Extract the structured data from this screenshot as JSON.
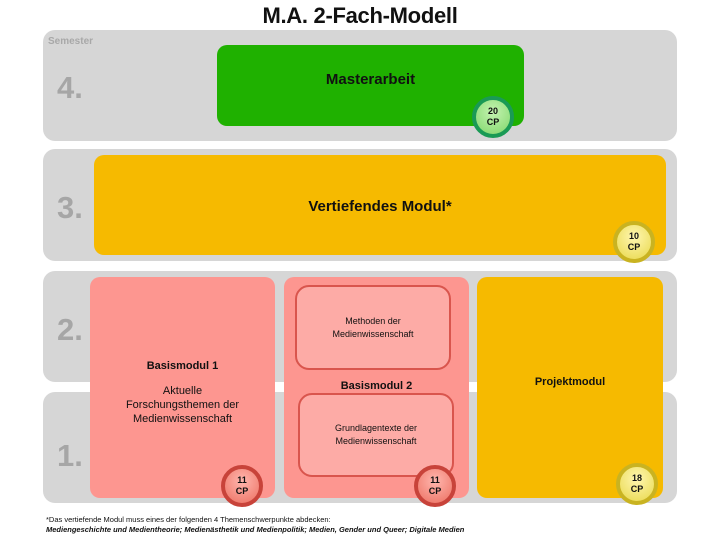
{
  "title": "M.A. 2-Fach-Modell",
  "semester_label": "Semester",
  "semesters": [
    "4.",
    "3.",
    "2.",
    "1."
  ],
  "colors": {
    "band": "#d6d6d6",
    "green": "#1fb100",
    "yellow": "#f6ba00",
    "red": "#fd9690"
  },
  "modules": {
    "masterarbeit": {
      "title": "Masterarbeit",
      "cp_value": "20",
      "cp_unit": "CP"
    },
    "vertiefend": {
      "title": "Vertiefendes Modul*",
      "cp_value": "10",
      "cp_unit": "CP"
    },
    "basis1": {
      "title": "Basismodul 1",
      "subtitle_lines": [
        "Aktuelle",
        "Forschungsthemen der",
        "Medienwissenschaft"
      ],
      "cp_value": "11",
      "cp_unit": "CP"
    },
    "basis2": {
      "title": "Basismodul 2",
      "parts": [
        {
          "lines": [
            "Methoden der",
            "Medienwissenschaft"
          ]
        },
        {
          "lines": [
            "Grundlagentexte der",
            "Medienwissenschaft"
          ]
        }
      ],
      "cp_value": "11",
      "cp_unit": "CP"
    },
    "projekt": {
      "title": "Projektmodul",
      "cp_value": "18",
      "cp_unit": "CP"
    }
  },
  "footnote": {
    "line1": "*Das vertiefende Modul muss eines der folgenden 4 Themenschwerpunkte abdecken:",
    "line2": "Mediengeschichte und Medientheorie; Medienästhetik und Medienpolitik; Medien, Gender und Queer; Digitale Medien"
  }
}
